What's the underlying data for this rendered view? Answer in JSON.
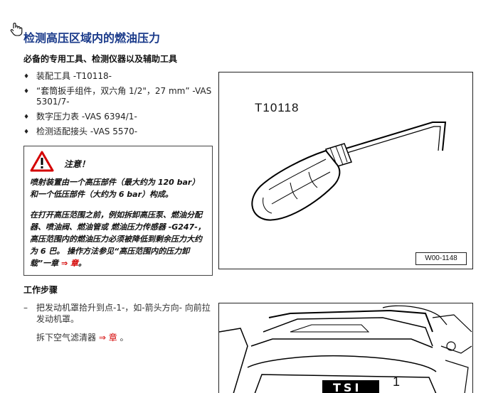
{
  "heading": {
    "title": "检测高压区域内的燃油压力",
    "subtitle": "必备的专用工具、检测仪器以及辅助工具"
  },
  "tools": [
    "装配工具 -T10118-",
    "“套筒扳手组件，双六角 1/2\"，27 mm” -VAS 5301/7-",
    "数字压力表 -VAS 6394/1-",
    "检测适配接头 -VAS 5570-"
  ],
  "warning": {
    "title": "注意！",
    "para1": "喷射装置由一个高压部件（最大约为 120 bar）和一个低压部件（大约为 6 bar）构成。",
    "para2_main": "在打开高压范围之前，例如拆卸高压泵、燃油分配器、喷油阀、燃油管或 燃油压力传感器 -G247-，高压范围内的燃油压力必须被降低到剩余压力大约为 6 巴。 操作方法参见“高压范围内的压力卸载”一章",
    "para2_link": "⇒ 章",
    "para2_end": "。"
  },
  "steps": {
    "title": "工作步骤",
    "step1": "把发动机罩拾升到点-1-，如-箭头方向- 向前拉发动机罩。",
    "sub_text": "拆下空气滤清器",
    "sub_link": "⇒ 章",
    "sub_end": "。"
  },
  "figure1": {
    "label": "T10118",
    "code": "W00-1148"
  },
  "figure2": {
    "callout": "1",
    "badge": "TSI"
  },
  "colors": {
    "title": "#1a3a8a",
    "link": "#d40000"
  }
}
